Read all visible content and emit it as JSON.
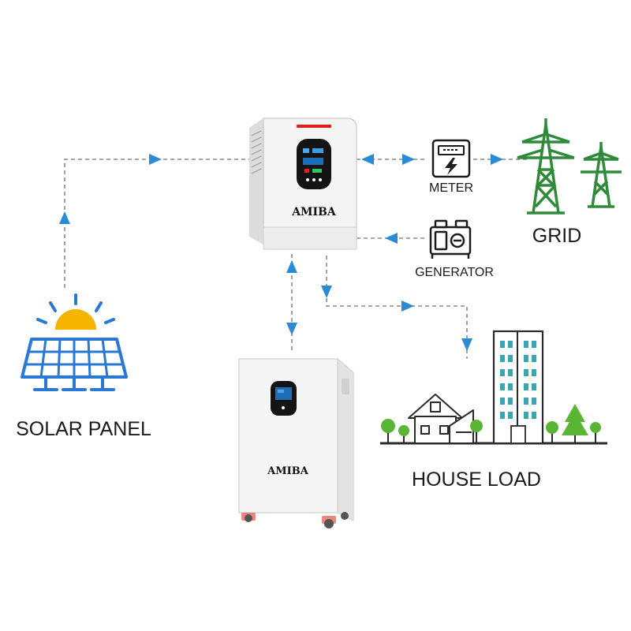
{
  "labels": {
    "solar_panel": "SOLAR PANEL",
    "meter": "METER",
    "grid": "GRID",
    "generator": "GENERATOR",
    "house_load": "HOUSE LOAD"
  },
  "brand": {
    "inverter_logo": "AMIBA",
    "battery_logo": "AMIBA"
  },
  "colors": {
    "flow_arrow": "#2a8ad4",
    "dash_line": "#8a8a8a",
    "tower_green": "#2f8a3a",
    "solar_blue": "#2a78d6",
    "sun_yellow": "#f5b400",
    "tree_green": "#5ab535",
    "building_teal": "#3aa6b3",
    "accent_red": "#e0201a"
  }
}
